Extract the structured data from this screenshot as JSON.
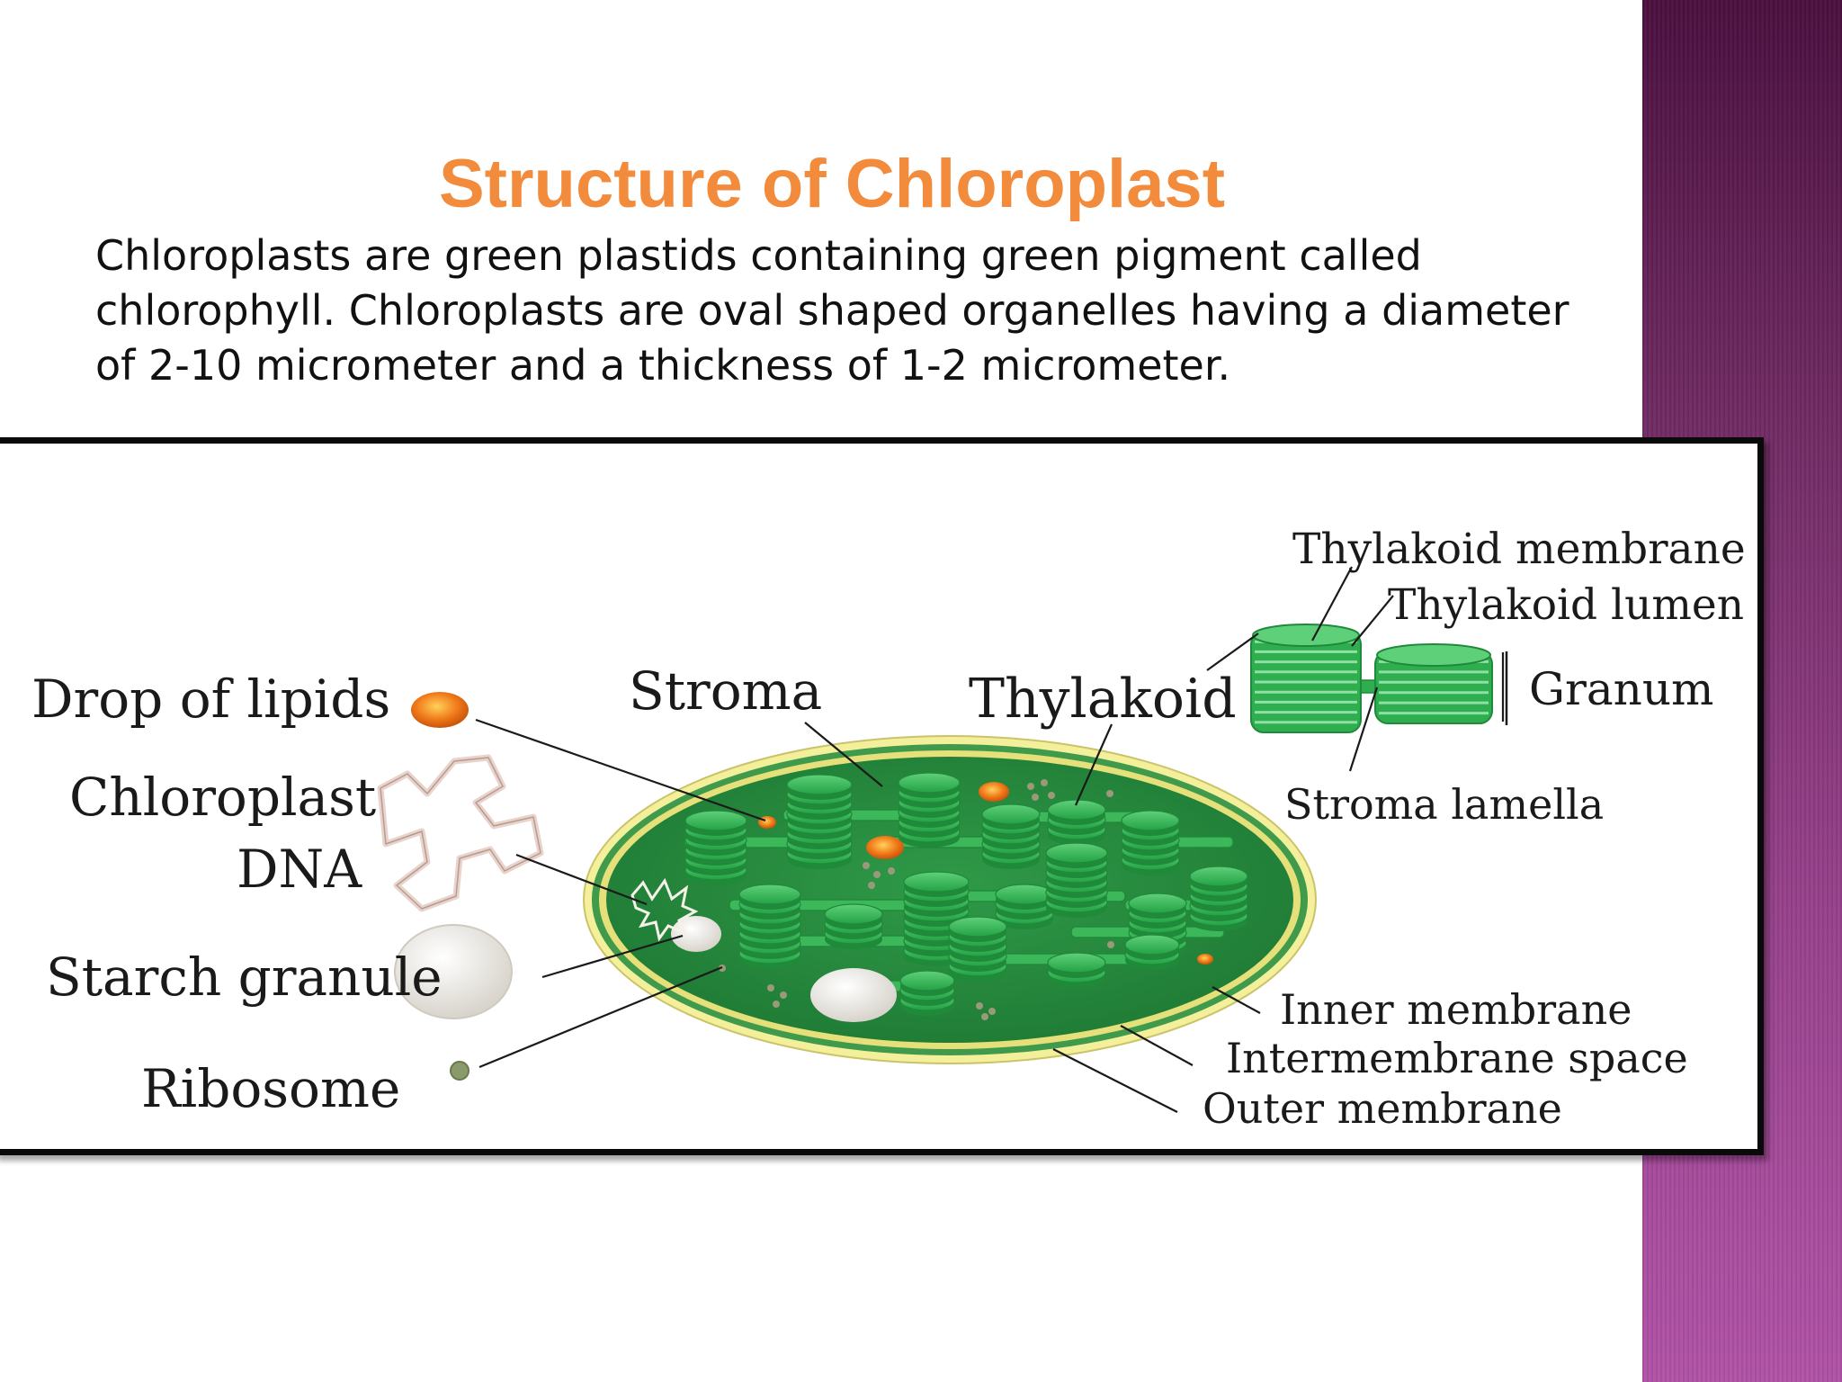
{
  "slide": {
    "title": "Structure of Chloroplast",
    "body_lines": [
      "Chloroplasts are green plastids containing green pigment called",
      "chlorophyll. Chloroplasts are oval shaped organelles having a diameter",
      "of 2-10 micrometer and a thickness of 1-2 micrometer."
    ]
  },
  "diagram": {
    "labels": {
      "drop_of_lipids": "Drop of lipids",
      "chloroplast": "Chloroplast",
      "dna": "DNA",
      "starch_granule": "Starch granule",
      "ribosome": "Ribosome",
      "stroma": "Stroma",
      "thylakoid": "Thylakoid",
      "thylakoid_membrane": "Thylakoid membrane",
      "thylakoid_lumen": "Thylakoid lumen",
      "granum": "Granum",
      "stroma_lamella": "Stroma lamella",
      "inner_membrane": "Inner membrane",
      "intermembrane_space": "Intermembrane space",
      "outer_membrane": "Outer membrane"
    }
  },
  "colors": {
    "title": "#f28c3c",
    "accent_bar": "#96408a",
    "thylakoid_green": "#2fae4f",
    "stroma_green": "#2b8a3e",
    "membrane_yellow": "#e8e07a"
  }
}
